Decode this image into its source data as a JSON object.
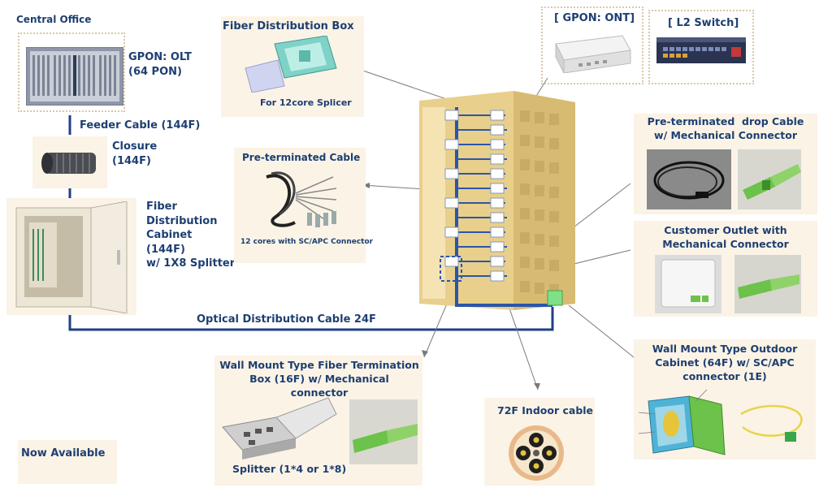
{
  "central_office": {
    "title": "Central Office"
  },
  "olt": {
    "label_line1": "GPON: OLT",
    "label_line2": "(64 PON)"
  },
  "feeder": {
    "label": "Feeder Cable (144F)"
  },
  "closure": {
    "label_line1": "Closure",
    "label_line2": "(144F)"
  },
  "fdc": {
    "line1": "Fiber",
    "line2": "Distribution",
    "line3": "Cabinet",
    "line4": "(144F)",
    "line5": "w/ 1X8 Splitter"
  },
  "odc": {
    "label": "Optical Distribution Cable 24F"
  },
  "fdb": {
    "title": "Fiber Distribution Box",
    "caption": "For 12core Splicer"
  },
  "pre_cable": {
    "title": "Pre-terminated Cable",
    "caption": "12 cores with SC/APC Connector"
  },
  "ont": {
    "label": "[ GPON: ONT]"
  },
  "l2": {
    "label": "[ L2 Switch]"
  },
  "drop_cable": {
    "title_line1": "Pre-terminated  drop Cable",
    "title_line2": "w/ Mechanical Connector"
  },
  "outlet": {
    "title_line1": "Customer Outlet with",
    "title_line2": "Mechanical Connector"
  },
  "outdoor_cab": {
    "title_line1": "Wall Mount Type Outdoor",
    "title_line2": "Cabinet (64F) w/ SC/APC",
    "title_line3": "connector (1E)"
  },
  "ftb": {
    "title_line1": "Wall Mount Type Fiber Termination",
    "title_line2": "Box (16F) w/ Mechanical connector",
    "caption": "Splitter (1*4 or 1*8)"
  },
  "indoor_cable": {
    "title": "72F Indoor cable"
  },
  "status": {
    "label": "Now Available"
  },
  "colors": {
    "title": "#1d3f72",
    "panel": "#fbf3e6",
    "building": "#e8cf8c",
    "fiber_line": "#2a56a8",
    "connector_green": "#6cc24a"
  },
  "icons": [
    "olt-rack",
    "closure-cylinder",
    "fiber-cabinet",
    "fiber-box",
    "cable-bundle",
    "ont-box",
    "l2-switch",
    "building",
    "drop-cable",
    "outlet-box",
    "outdoor-cabinet",
    "termination-box",
    "indoor-cable-cross-section"
  ]
}
